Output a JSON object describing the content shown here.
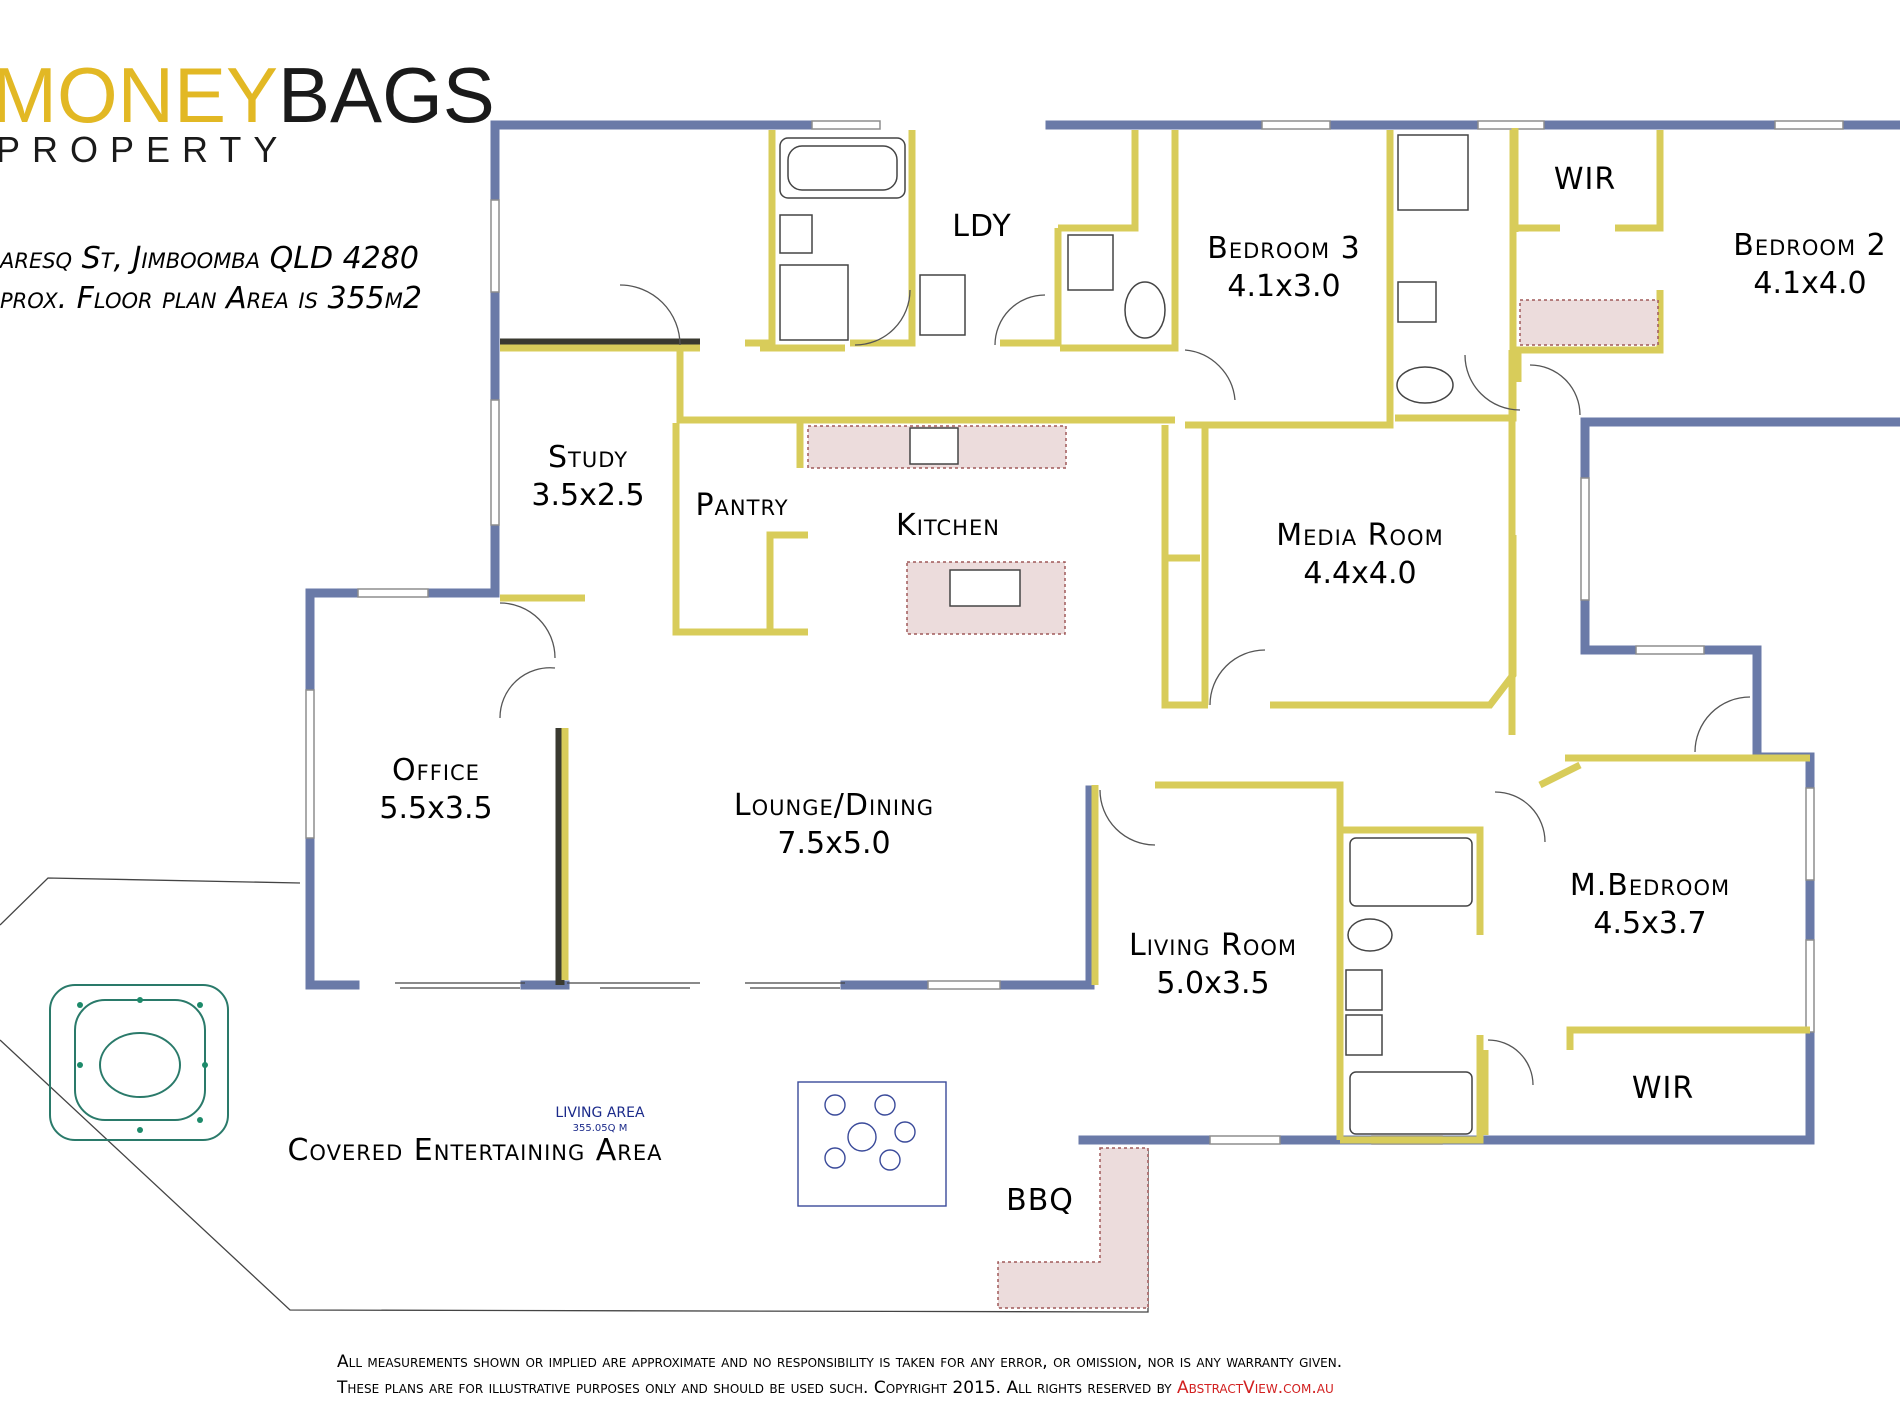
{
  "logo": {
    "part1": "MONEY",
    "part2": "BAGS",
    "sub": "PROPERTY"
  },
  "address": {
    "line1": "aresq St, Jimboomba QLD 4280",
    "line2": "prox. Floor plan Area is 355m2"
  },
  "rooms": [
    {
      "id": "ldy",
      "label": "LDY",
      "size": ""
    },
    {
      "id": "bedroom3",
      "label": "Bedroom 3",
      "size": "4.1x3.0"
    },
    {
      "id": "wir1",
      "label": "WIR",
      "size": ""
    },
    {
      "id": "bedroom2",
      "label": "Bedroom 2",
      "size": "4.1x4.0"
    },
    {
      "id": "study",
      "label": "Study",
      "size": "3.5x2.5"
    },
    {
      "id": "pantry",
      "label": "Pantry",
      "size": ""
    },
    {
      "id": "kitchen",
      "label": "Kitchen",
      "size": ""
    },
    {
      "id": "media",
      "label": "Media Room",
      "size": "4.4x4.0"
    },
    {
      "id": "office",
      "label": "Office",
      "size": "5.5x3.5"
    },
    {
      "id": "lounge",
      "label": "Lounge/Dining",
      "size": "7.5x5.0"
    },
    {
      "id": "mbed",
      "label": "M.Bedroom",
      "size": "4.5x3.7"
    },
    {
      "id": "living",
      "label": "Living Room",
      "size": "5.0x3.5"
    },
    {
      "id": "wir2",
      "label": "WIR",
      "size": ""
    },
    {
      "id": "entertain",
      "label": "Covered Entertaining Area",
      "size": ""
    },
    {
      "id": "bbq",
      "label": "BBQ",
      "size": ""
    }
  ],
  "living_area": {
    "label": "LIVING AREA",
    "value": "355.05Q M"
  },
  "disclaimer": {
    "line1": "All measurements shown or implied are approximate and no responsibility is taken for any error, or omission, nor is any warranty given.",
    "line2": "These plans are for illustrative purposes only and should be used such. Copyright 2015. All rights reserved by",
    "link": "AbstractView.com.au"
  },
  "colors": {
    "outer_wall": "#6a7aa8",
    "inner_wall": "#d8cc5a",
    "logo_gold": "#e2b824",
    "link": "#d22020"
  }
}
